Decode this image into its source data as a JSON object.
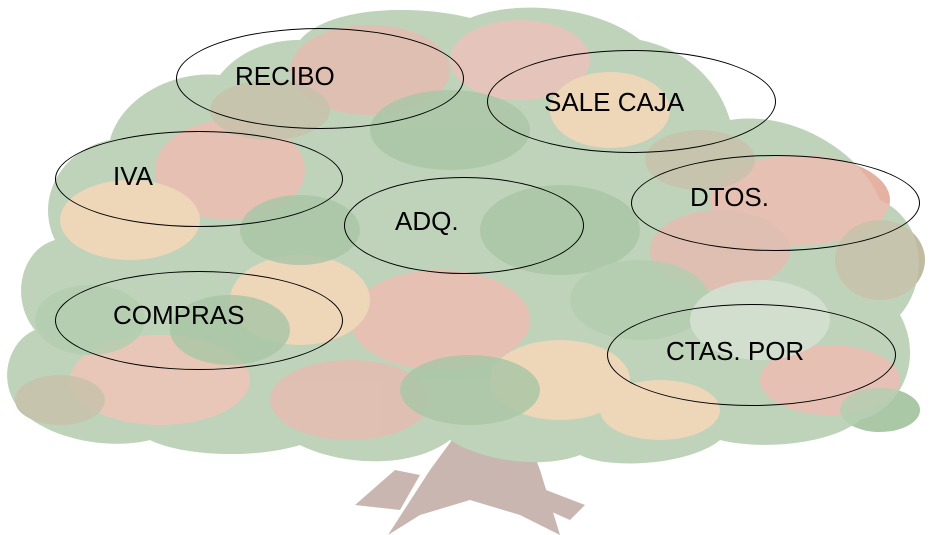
{
  "diagram": {
    "nodes": [
      {
        "id": "recibo",
        "label": "RECIBO"
      },
      {
        "id": "sale-caja",
        "label": "SALE CAJA"
      },
      {
        "id": "iva",
        "label": "IVA"
      },
      {
        "id": "adq",
        "label": "ADQ."
      },
      {
        "id": "dtos",
        "label": "DTOS."
      },
      {
        "id": "compras",
        "label": "COMPRAS"
      },
      {
        "id": "ctas-por",
        "label": "CTAS. POR"
      }
    ]
  },
  "colors": {
    "background": "#ffffff",
    "node_outline": "#000000",
    "trunk": "#c9b6b0",
    "foliage_green": "#8fb48a",
    "foliage_pink": "#e3a99a",
    "foliage_peach": "#efc9a2",
    "foliage_olive": "#b5ae8f"
  },
  "art": {
    "background_image": "tree-illustration"
  }
}
